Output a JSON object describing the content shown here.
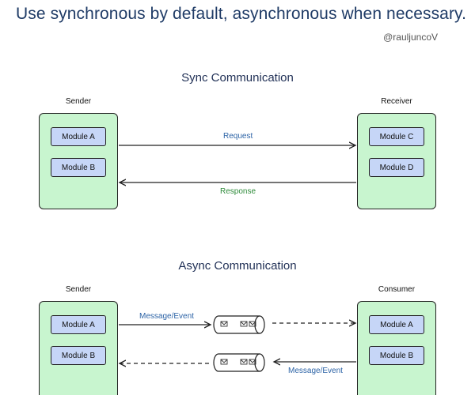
{
  "headline": "Use synchronous by default, asynchronous when necessary.",
  "author_handle": "@rauljuncoV",
  "sync": {
    "title": "Sync Communication",
    "left_label": "Sender",
    "right_label": "Receiver",
    "left_modules": [
      "Module A",
      "Module B"
    ],
    "right_modules": [
      "Module C",
      "Module D"
    ],
    "request_label": "Request",
    "response_label": "Response"
  },
  "async": {
    "title": "Async Communication",
    "left_label": "Sender",
    "right_label": "Consumer",
    "left_modules": [
      "Module A",
      "Module B"
    ],
    "right_modules": [
      "Module A",
      "Module B"
    ],
    "top_message_label": "Message/Event",
    "bottom_message_label": "Message/Event"
  },
  "colors": {
    "service_fill": "#c8f5cf",
    "module_fill": "#c6d6f7",
    "headline": "#1f3b66",
    "request_label": "#2c63a6",
    "response_label": "#2e8b3a"
  },
  "icons": [
    "envelope-icon",
    "queue-icon"
  ]
}
